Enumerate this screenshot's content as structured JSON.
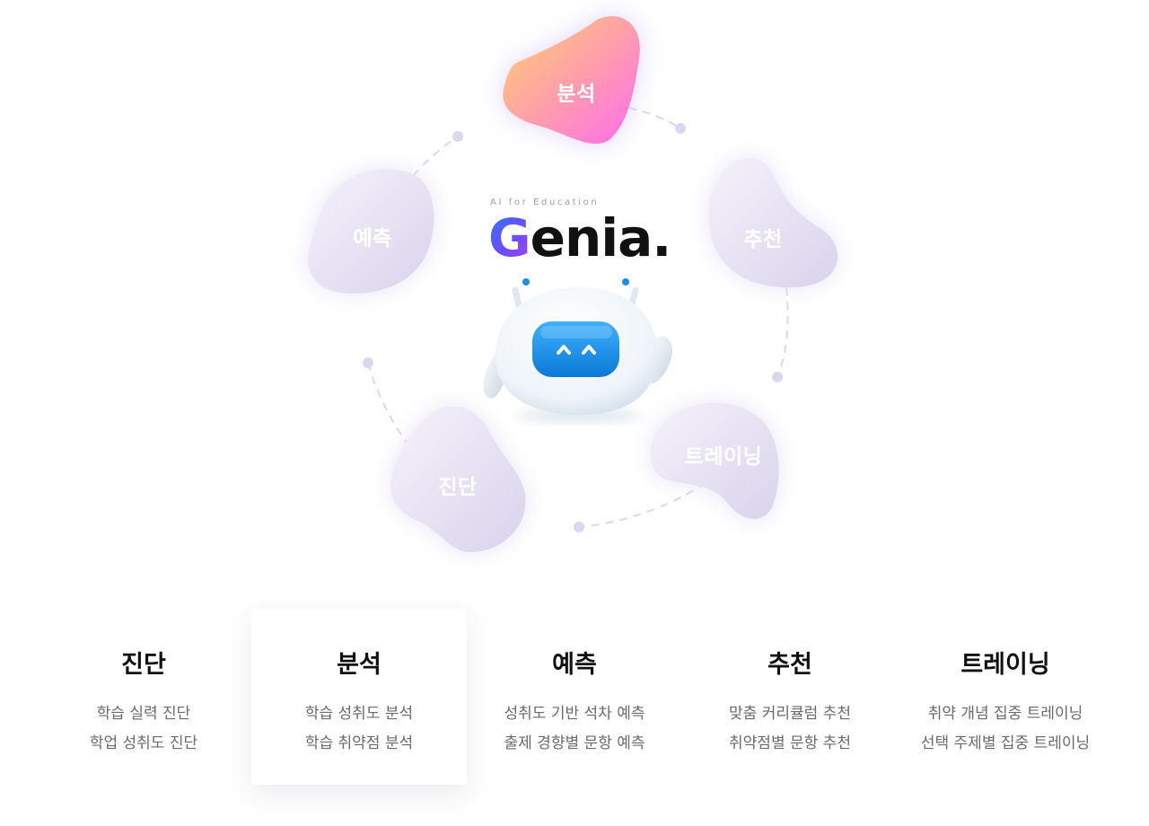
{
  "cycle": {
    "nodes": [
      {
        "id": "analysis",
        "label": "분석",
        "active": true
      },
      {
        "id": "recommend",
        "label": "추천",
        "active": false
      },
      {
        "id": "training",
        "label": "트레이닝",
        "active": false
      },
      {
        "id": "diagnosis",
        "label": "진단",
        "active": false
      },
      {
        "id": "predict",
        "label": "예측",
        "active": false
      }
    ]
  },
  "brand": {
    "tagline": "AI for Education",
    "wordmark_initial": "G",
    "wordmark_rest": "enia."
  },
  "features": [
    {
      "title": "진단",
      "lines": [
        "학습 실력 진단",
        "학업 성취도 진단"
      ],
      "active": false
    },
    {
      "title": "분석",
      "lines": [
        "학습 성취도 분석",
        "학습 취약점 분석"
      ],
      "active": true
    },
    {
      "title": "예측",
      "lines": [
        "성취도 기반 석차 예측",
        "출제 경향별 문항 예측"
      ],
      "active": false
    },
    {
      "title": "추천",
      "lines": [
        "맞춤 커리큘럼 추천",
        "취약점별 문항 추천"
      ],
      "active": false
    },
    {
      "title": "트레이닝",
      "lines": [
        "취약 개념 집중 트레이닝",
        "선택 주제별 집중 트레이닝"
      ],
      "active": false
    }
  ],
  "colors": {
    "active_gradient_start": "#ffd36b",
    "active_gradient_end": "#ff6cf0",
    "inactive_gradient_start": "#f3effa",
    "inactive_gradient_end": "#dcd6ee",
    "connector": "#dcd7ee",
    "robot_screen": "#1a8fe6"
  }
}
